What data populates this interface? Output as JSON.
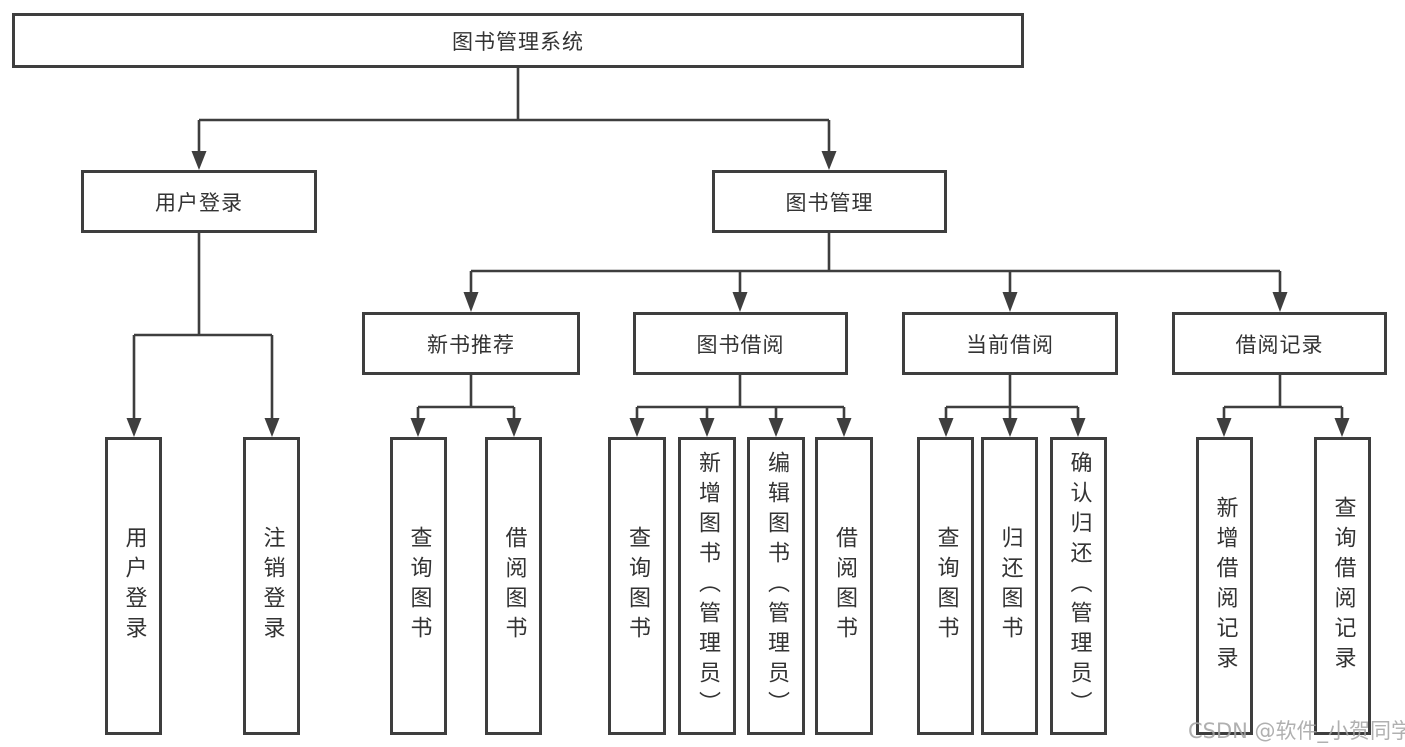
{
  "root": {
    "label": "图书管理系统"
  },
  "user_login": {
    "label": "用户登录",
    "children": [
      "用户登录",
      "注销登录"
    ]
  },
  "book_management": {
    "label": "图书管理",
    "modules": [
      {
        "label": "新书推荐",
        "children": [
          "查询图书",
          "借阅图书"
        ]
      },
      {
        "label": "图书借阅",
        "children": [
          "查询图书",
          "新增图书（管理员）",
          "编辑图书（管理员）",
          "借阅图书"
        ]
      },
      {
        "label": "当前借阅",
        "children": [
          "查询图书",
          "归还图书",
          "确认归还（管理员）"
        ]
      },
      {
        "label": "借阅记录",
        "children": [
          "新增借阅记录",
          "查询借阅记录"
        ]
      }
    ]
  },
  "watermark": "CSDN @软件_小贺同学",
  "colors": {
    "line": "#3e3e3e",
    "text": "#333333",
    "watermark_text": "#a3a3a3",
    "background": "#ffffff"
  }
}
